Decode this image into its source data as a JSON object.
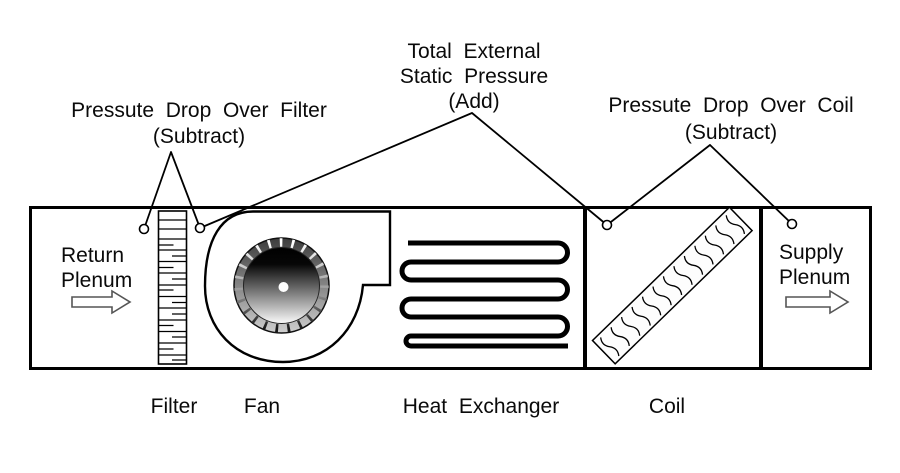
{
  "annotations": {
    "filter_drop": {
      "line1": "Pressute Drop Over Filter",
      "line2": "(Subtract)"
    },
    "total_esp": {
      "line1": "Total External",
      "line2": "Static Pressure",
      "line3": "(Add)"
    },
    "coil_drop": {
      "line1": "Pressute Drop Over Coil",
      "line2": "(Subtract)"
    }
  },
  "duct": {
    "return_plenum": {
      "line1": "Return",
      "line2": "Plenum"
    },
    "supply_plenum": {
      "line1": "Supply",
      "line2": "Plenum"
    }
  },
  "component_labels": {
    "filter": "Filter",
    "fan": "Fan",
    "heat_exchanger": "Heat Exchanger",
    "coil": "Coil"
  },
  "colors": {
    "line": "#000000",
    "background": "#ffffff",
    "arrow_outline": "#555555"
  }
}
